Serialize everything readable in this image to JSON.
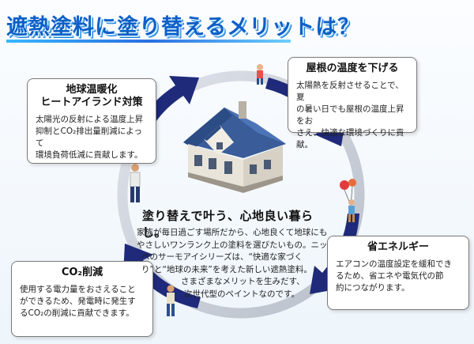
{
  "title": "遮熱塗料に塗り替えるメリットは？",
  "cards": {
    "roof": {
      "heading": "屋根の温度を下げる",
      "body": [
        "太陽熱を反射させることで、夏",
        "の暑い日でも屋根の温度上昇をお",
        "さえ、快適な環境づくりに貢献。"
      ]
    },
    "global": {
      "heading_lines": [
        "地球温暖化",
        "ヒートアイランド対策"
      ],
      "body": [
        "太陽光の反射による温度上昇",
        "抑制とCO₂排出量削減によって",
        "環境負荷低減に貢献します。"
      ]
    },
    "energy": {
      "heading": "省エネルギー",
      "body": [
        "エアコンの温度設定を緩和でき",
        "るため、省エネや電気代の節",
        "約につながります。"
      ]
    },
    "co2": {
      "heading": "CO₂削減",
      "body": [
        "使用する電力量をおさえること",
        "ができるため、発電時に発生す",
        "るCO₂の削減に貢献できます。"
      ]
    }
  },
  "center": {
    "heading": "塗り替えで叶う、心地良い暮らし。",
    "body": [
      "家族が毎日過ごす場所だから、心地良くて地球にも",
      "やさしいワンランク上の塗料を選びたいもの。ニッ",
      "ペのサーモアイシリーズは、“快適な家づく",
      "り”と“地球の未来”を考えた新しい遮熱塗料。",
      "さまざまなメリットを生みだす、",
      "次世代型のペイントなのです。"
    ]
  },
  "colors": {
    "title": "#0e5fc7",
    "ring": "#c9ced8",
    "arrow": "#1f2a7a"
  }
}
